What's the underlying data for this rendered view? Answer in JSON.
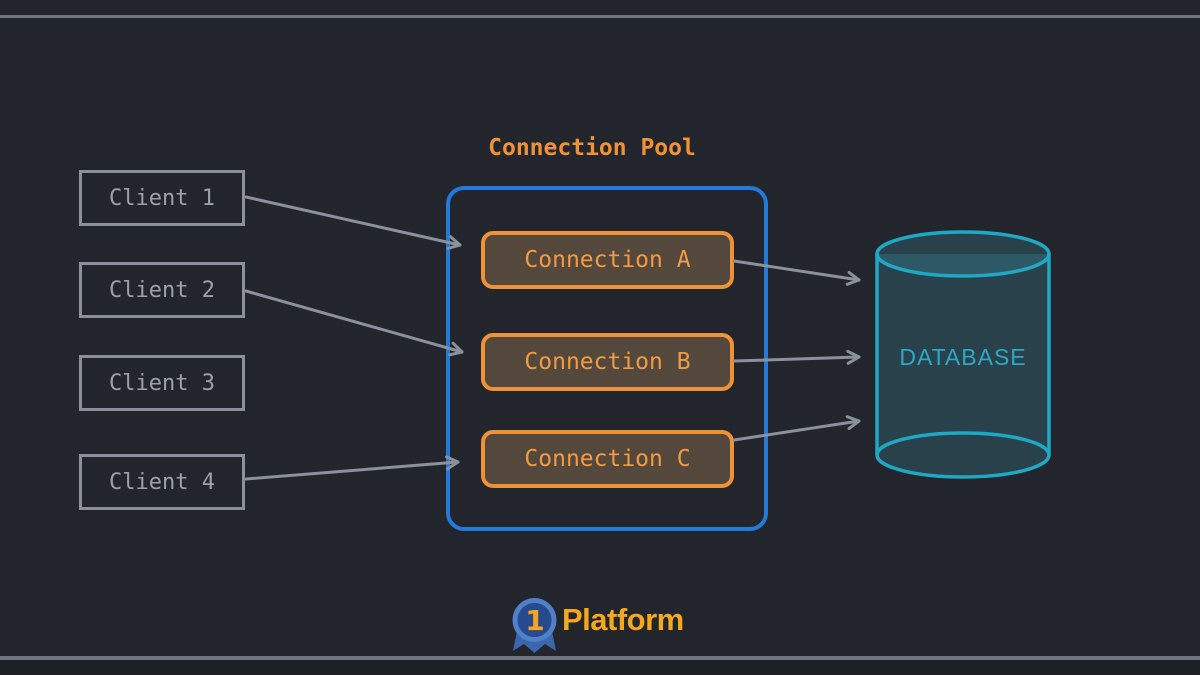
{
  "frame": {
    "background_color": "#22252b",
    "rule_color": "#6f7482"
  },
  "diagram": {
    "title": "Connection Pool",
    "title_color": "#ee9138",
    "clients": [
      {
        "label": "Client 1"
      },
      {
        "label": "Client 2"
      },
      {
        "label": "Client 3"
      },
      {
        "label": "Client 4"
      }
    ],
    "pool": {
      "border_color": "#2379d8",
      "connection_border_color": "#ef9136",
      "connections": [
        {
          "label": "Connection A"
        },
        {
          "label": "Connection B"
        },
        {
          "label": "Connection C"
        }
      ]
    },
    "database": {
      "label": "DATABASE",
      "color": "#1fa7c4"
    },
    "arrow_color": "#8a919c",
    "links": [
      {
        "from": "Client 1",
        "to": "Connection A"
      },
      {
        "from": "Client 2",
        "to": "Connection B"
      },
      {
        "from": "Client 4",
        "to": "Connection C"
      },
      {
        "from": "Connection A",
        "to": "DATABASE"
      },
      {
        "from": "Connection B",
        "to": "DATABASE"
      },
      {
        "from": "Connection C",
        "to": "DATABASE"
      }
    ]
  },
  "footer": {
    "brand": "Platform",
    "badge_number": "1",
    "brand_color": "#f3a81f"
  }
}
